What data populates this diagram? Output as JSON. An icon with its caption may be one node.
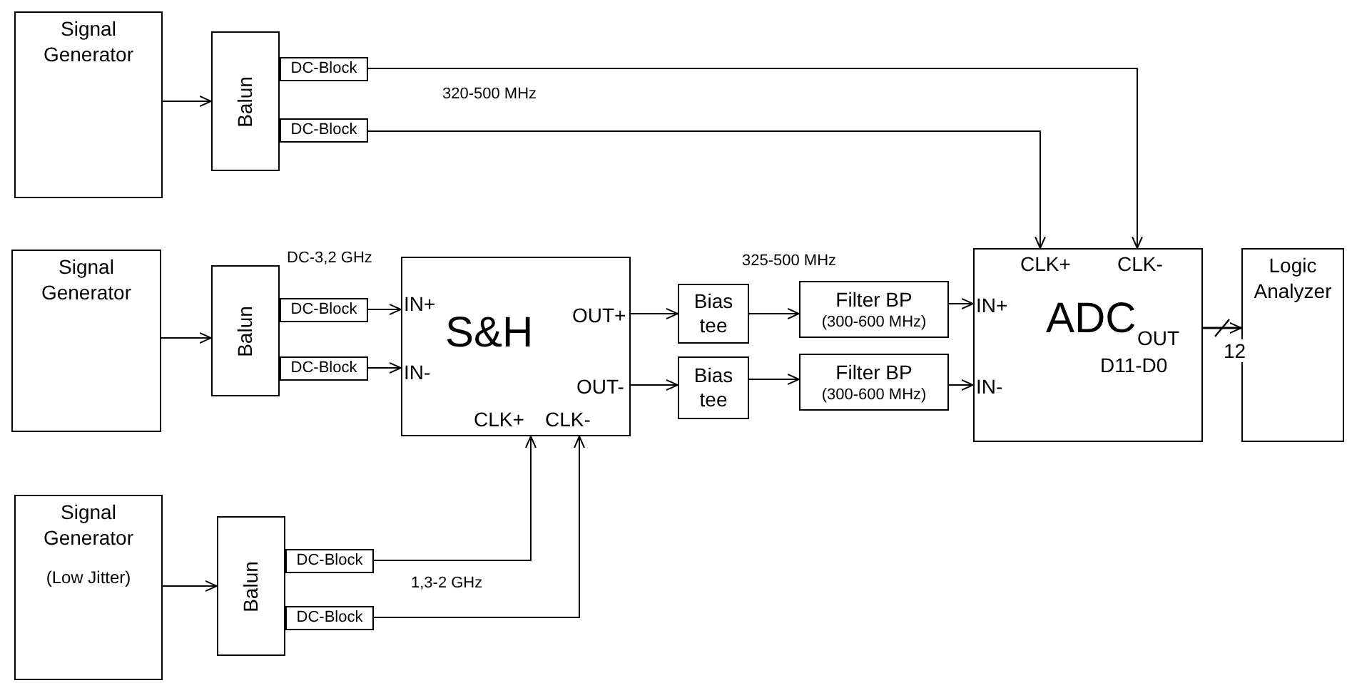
{
  "diagram": {
    "nodes": [
      {
        "text": [
          "Signal Generator"
        ]
      },
      {
        "text": [
          "Balun"
        ]
      },
      {
        "text": [
          "DC-Block"
        ]
      },
      {
        "text": [
          "DC-Block"
        ]
      },
      {
        "text": [
          "Signal Generator"
        ]
      },
      {
        "text": [
          "Balun"
        ]
      },
      {
        "text": [
          "DC-Block"
        ]
      },
      {
        "text": [
          "DC-Block"
        ]
      },
      {
        "text": [
          "S&H",
          "IN+",
          "IN-",
          "OUT+",
          "OUT-",
          "CLK+",
          "CLK-"
        ]
      },
      {
        "text": [
          "Bias tee"
        ]
      },
      {
        "text": [
          "Bias tee"
        ]
      },
      {
        "text": [
          "Filter BP",
          "(300-600 MHz)"
        ]
      },
      {
        "text": [
          "Filter BP",
          "(300-600 MHz)"
        ]
      },
      {
        "text": [
          "ADC",
          "CLK+",
          "CLK-",
          "IN+",
          "IN-",
          "OUT",
          "D11-D0"
        ]
      },
      {
        "text": [
          "Logic Analyzer"
        ]
      },
      {
        "text": [
          "Signal Generator",
          "(Low Jitter)"
        ]
      },
      {
        "text": [
          "Balun"
        ]
      },
      {
        "text": [
          "DC-Block"
        ]
      },
      {
        "text": [
          "DC-Block"
        ]
      }
    ],
    "edges": [
      {
        "from": 0,
        "to": 1,
        "arrow": "to"
      },
      {
        "from": 2,
        "to": 13,
        "arrow": "to"
      },
      {
        "from": 3,
        "to": 13,
        "arrow": "to"
      },
      {
        "from": 4,
        "to": 5,
        "arrow": "to"
      },
      {
        "from": 6,
        "to": 8,
        "arrow": "to"
      },
      {
        "from": 7,
        "to": 8,
        "arrow": "to"
      },
      {
        "from": 8,
        "to": 9,
        "arrow": "to"
      },
      {
        "from": 8,
        "to": 10,
        "arrow": "to"
      },
      {
        "from": 9,
        "to": 11,
        "arrow": "to"
      },
      {
        "from": 10,
        "to": 12,
        "arrow": "to"
      },
      {
        "from": 11,
        "to": 13,
        "arrow": "to"
      },
      {
        "from": 12,
        "to": 13,
        "arrow": "to"
      },
      {
        "from": 13,
        "to": 14,
        "arrow": "to",
        "label": "12"
      },
      {
        "from": 15,
        "to": 16,
        "arrow": "to"
      },
      {
        "from": 17,
        "to": 8,
        "arrow": "to"
      },
      {
        "from": 18,
        "to": 8,
        "arrow": "to"
      }
    ],
    "labels": [
      "320-500 MHz",
      "DC-3,2 GHz",
      "325-500 MHz",
      "1,3-2 GHz"
    ]
  }
}
